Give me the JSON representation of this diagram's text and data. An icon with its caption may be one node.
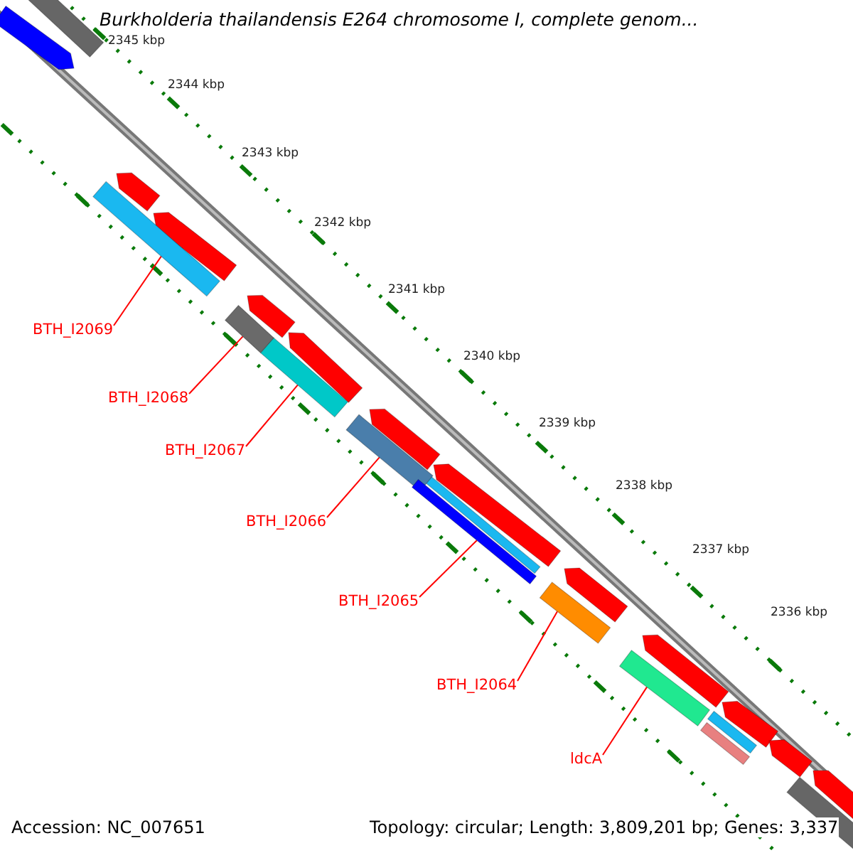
{
  "diagram": {
    "title": "Burkholderia thailandensis E264 chromosome I, complete genom...",
    "nodes": [
      {
        "text": [
          "BTH_I2069"
        ]
      },
      {
        "text": [
          "BTH_I2068"
        ]
      },
      {
        "text": [
          "BTH_I2067"
        ]
      },
      {
        "text": [
          "BTH_I2066"
        ]
      },
      {
        "text": [
          "BTH_I2065"
        ]
      },
      {
        "text": [
          "BTH_I2064"
        ]
      },
      {
        "text": [
          "ldcA"
        ]
      },
      {
        "text": [],
        "shape": "bar"
      },
      {
        "text": [],
        "shape": "bar"
      },
      {
        "text": [],
        "shape": "bar"
      },
      {
        "text": [],
        "shape": "bar"
      },
      {
        "text": [],
        "shape": "bar"
      },
      {
        "text": [],
        "shape": "bar"
      },
      {
        "text": [],
        "shape": "bar"
      }
    ],
    "edges": [
      {
        "from": 0,
        "to": 7,
        "arrow": "none"
      },
      {
        "from": 1,
        "to": 8,
        "arrow": "none"
      },
      {
        "from": 2,
        "to": 9,
        "arrow": "none"
      },
      {
        "from": 3,
        "to": 10,
        "arrow": "none"
      },
      {
        "from": 4,
        "to": 11,
        "arrow": "none"
      },
      {
        "from": 5,
        "to": 12,
        "arrow": "none"
      },
      {
        "from": 6,
        "to": 13,
        "arrow": "none"
      }
    ],
    "labels": [
      "2345 kbp",
      "2344 kbp",
      "2343 kbp",
      "2342 kbp",
      "2341 kbp",
      "2340 kbp",
      "2339 kbp",
      "2338 kbp",
      "2337 kbp",
      "2336 kbp",
      "Accession: NC_007651",
      "Topology: circular; Length: 3,809,201 bp; Genes: 3,337"
    ]
  }
}
